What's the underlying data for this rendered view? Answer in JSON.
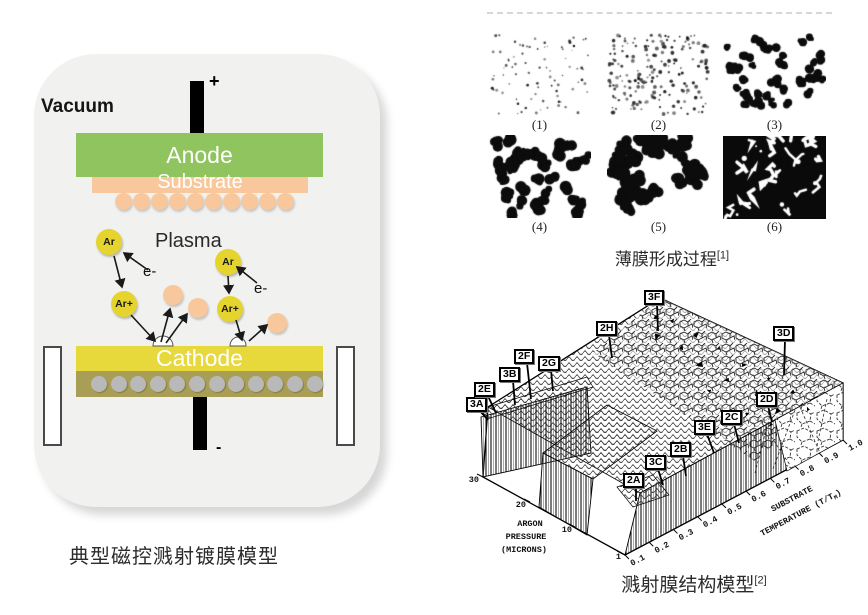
{
  "colors": {
    "anode": "#8fc45f",
    "substrate": "#f8c79c",
    "cathode": "#e7d83b",
    "target": "#a89e55",
    "ion": "#e5d42e",
    "atom": "#f8c79c",
    "gray_atom": "#b9b9b9",
    "chamber_bg": "#f1f1f0"
  },
  "left_figure": {
    "caption": "典型磁控溅射镀膜模型",
    "vacuum": "Vacuum",
    "anode": "Anode",
    "substrate": "Substrate",
    "plasma": "Plasma",
    "cathode": "Cathode",
    "electrode_plus": "+",
    "electrode_minus": "-",
    "ions": [
      {
        "label": "Ar"
      },
      {
        "label": "Ar+"
      },
      {
        "label": "Ar"
      },
      {
        "label": "Ar+"
      }
    ],
    "electrons": [
      {
        "label": "e-"
      },
      {
        "label": "e-"
      }
    ]
  },
  "film_figure": {
    "caption": "薄膜形成过程",
    "reference": "[1]",
    "panel_labels": [
      "(1)",
      "(2)",
      "(3)",
      "(4)",
      "(5)",
      "(6)"
    ]
  },
  "structure_figure": {
    "caption": "溅射膜结构模型",
    "reference": "[2]",
    "zones": [
      "3A",
      "2E",
      "3B",
      "2F",
      "2G",
      "2H",
      "3F",
      "3D",
      "2D",
      "2C",
      "3E",
      "2B",
      "3C",
      "2A"
    ],
    "pressure_axis": {
      "lines": [
        "ARGON",
        "PRESSURE",
        "(MICRONS)"
      ],
      "ticks": [
        "30",
        "20",
        "10",
        "1"
      ]
    },
    "temperature_axis": {
      "line1": "SUBSTRATE",
      "line2_prefix": "TEMPERATURE (T/T",
      "line2_sub": "M",
      "line2_suffix": ")",
      "ticks": [
        "0.1",
        "0.2",
        "0.3",
        "0.4",
        "0.5",
        "0.6",
        "0.7",
        "0.8",
        "0.9",
        "1.0"
      ]
    }
  }
}
